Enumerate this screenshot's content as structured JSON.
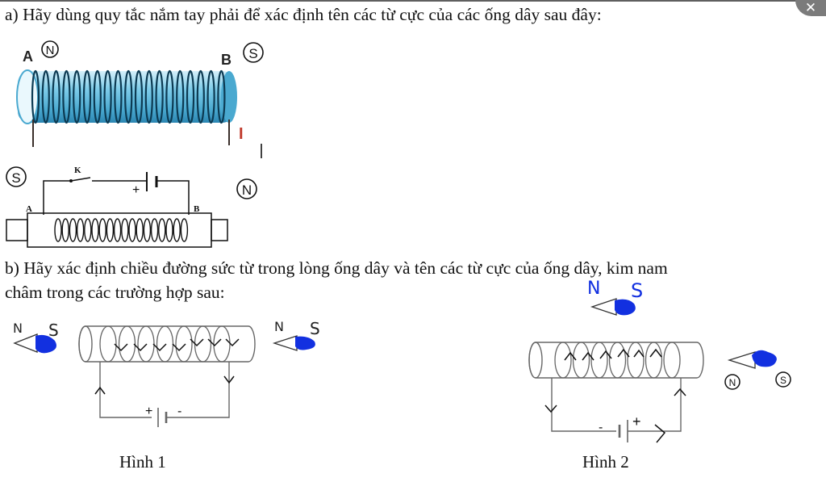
{
  "question_a": "a) Hãy dùng quy tắc nắm tay phải để xác định tên các từ cực của các ống dây sau đây:",
  "question_b_line1": "b) Hãy xác định chiều đường sức từ trong lòng ống dây và tên các từ cực của ống dây, kim nam",
  "question_b_line2": "châm trong các trường hợp sau:",
  "figure1_caption": "Hình 1",
  "figure2_caption": "Hình 2",
  "coil1": {
    "label_a": "A",
    "label_b": "B",
    "pole_a": "N",
    "pole_b": "S",
    "current_label": "I"
  },
  "coil2": {
    "label_k": "K",
    "label_a": "A",
    "label_b": "B",
    "battery_plus": "+",
    "pole_left": "S",
    "pole_right": "N"
  },
  "fig1": {
    "left_needle_n": "N",
    "left_needle_s": "S",
    "right_needle_n": "N",
    "right_needle_s": "S",
    "battery_plus": "+",
    "battery_minus": "-"
  },
  "fig2": {
    "top_needle_n": "N",
    "top_needle_s": "S",
    "pole_left": "N",
    "pole_right": "S",
    "battery_plus": "+",
    "battery_minus": "-"
  },
  "colors": {
    "coil_blue": "#58b9dc",
    "coil_dark": "#0c3a52",
    "ink_blue": "#1230e0"
  },
  "close_icon": "close-icon"
}
